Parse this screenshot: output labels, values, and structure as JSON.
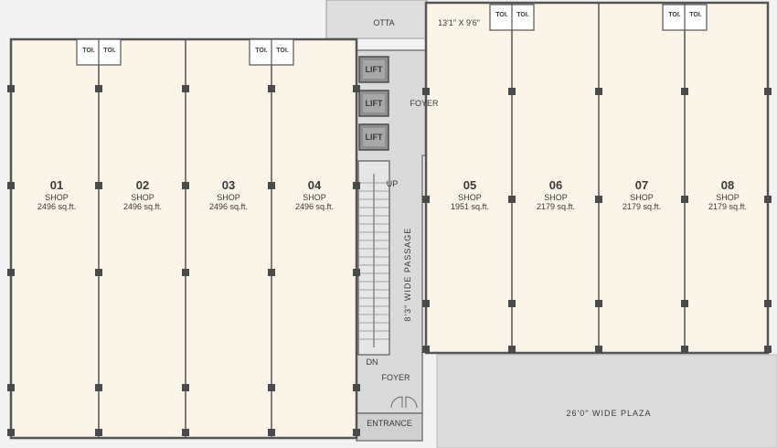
{
  "shops": [
    {
      "number": "01",
      "type": "SHOP",
      "area": "2496 sq.ft."
    },
    {
      "number": "02",
      "type": "SHOP",
      "area": "2496 sq.ft."
    },
    {
      "number": "03",
      "type": "SHOP",
      "area": "2496 sq.ft."
    },
    {
      "number": "04",
      "type": "SHOP",
      "area": "2496 sq.ft."
    },
    {
      "number": "05",
      "type": "SHOP",
      "area": "1951 sq.ft."
    },
    {
      "number": "06",
      "type": "SHOP",
      "area": "2179 sq.ft."
    },
    {
      "number": "07",
      "type": "SHOP",
      "area": "2179 sq.ft."
    },
    {
      "number": "08",
      "type": "SHOP",
      "area": "2179 sq.ft."
    }
  ],
  "toilet_label": "TOI.",
  "lift_label": "LIFT",
  "otta": "OTTA",
  "otta_size": "13'1\" X 9'6\"",
  "foyer": "FOYER",
  "up": "UP",
  "dn": "DN",
  "passage": "8'3\" WIDE PASSAGE",
  "entrance": "ENTRANCE",
  "plaza": "26'0\" WIDE PLAZA",
  "colors": {
    "shop_fill": "#fbf4e8",
    "wall": "#5a5a5a",
    "corridor": "#d9d9d9",
    "plaza": "#dcdcdc",
    "lift": "#8f8f8f",
    "column": "#4a4a4a"
  }
}
